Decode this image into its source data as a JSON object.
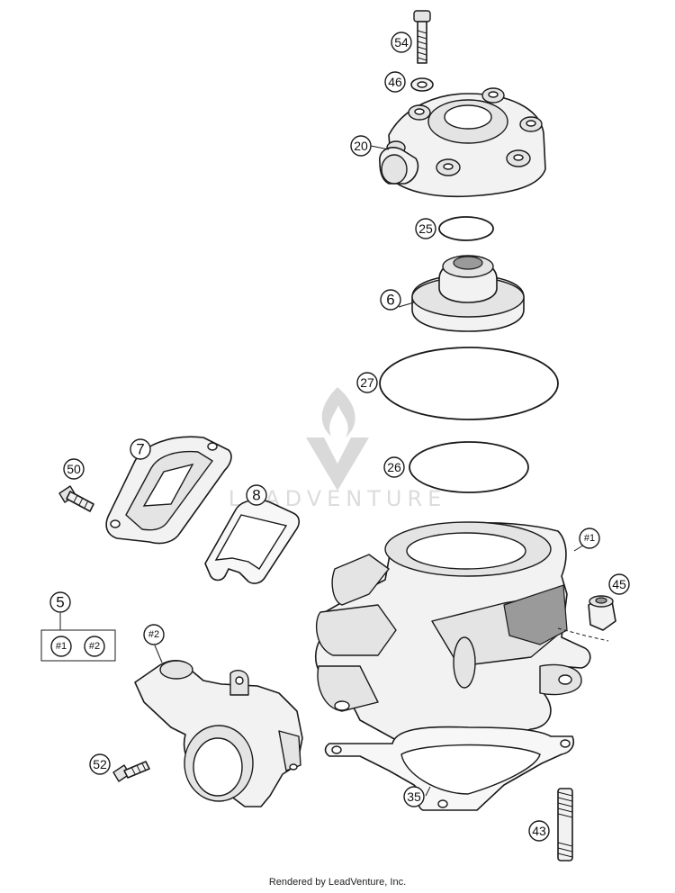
{
  "callouts": {
    "c54": "54",
    "c46": "46",
    "c20": "20",
    "c25": "25",
    "c6": "6",
    "c27": "27",
    "c26": "26",
    "c7": "7",
    "c50": "50",
    "c8": "8",
    "c1": "#1",
    "c45": "45",
    "c5": "5",
    "c5a": "#1",
    "c5b": "#2",
    "c2": "#2",
    "c52": "52",
    "c35": "35",
    "c43": "43"
  },
  "watermark": {
    "text": "LEADVENTURE"
  },
  "footer": {
    "text": "Rendered by LeadVenture, Inc."
  }
}
